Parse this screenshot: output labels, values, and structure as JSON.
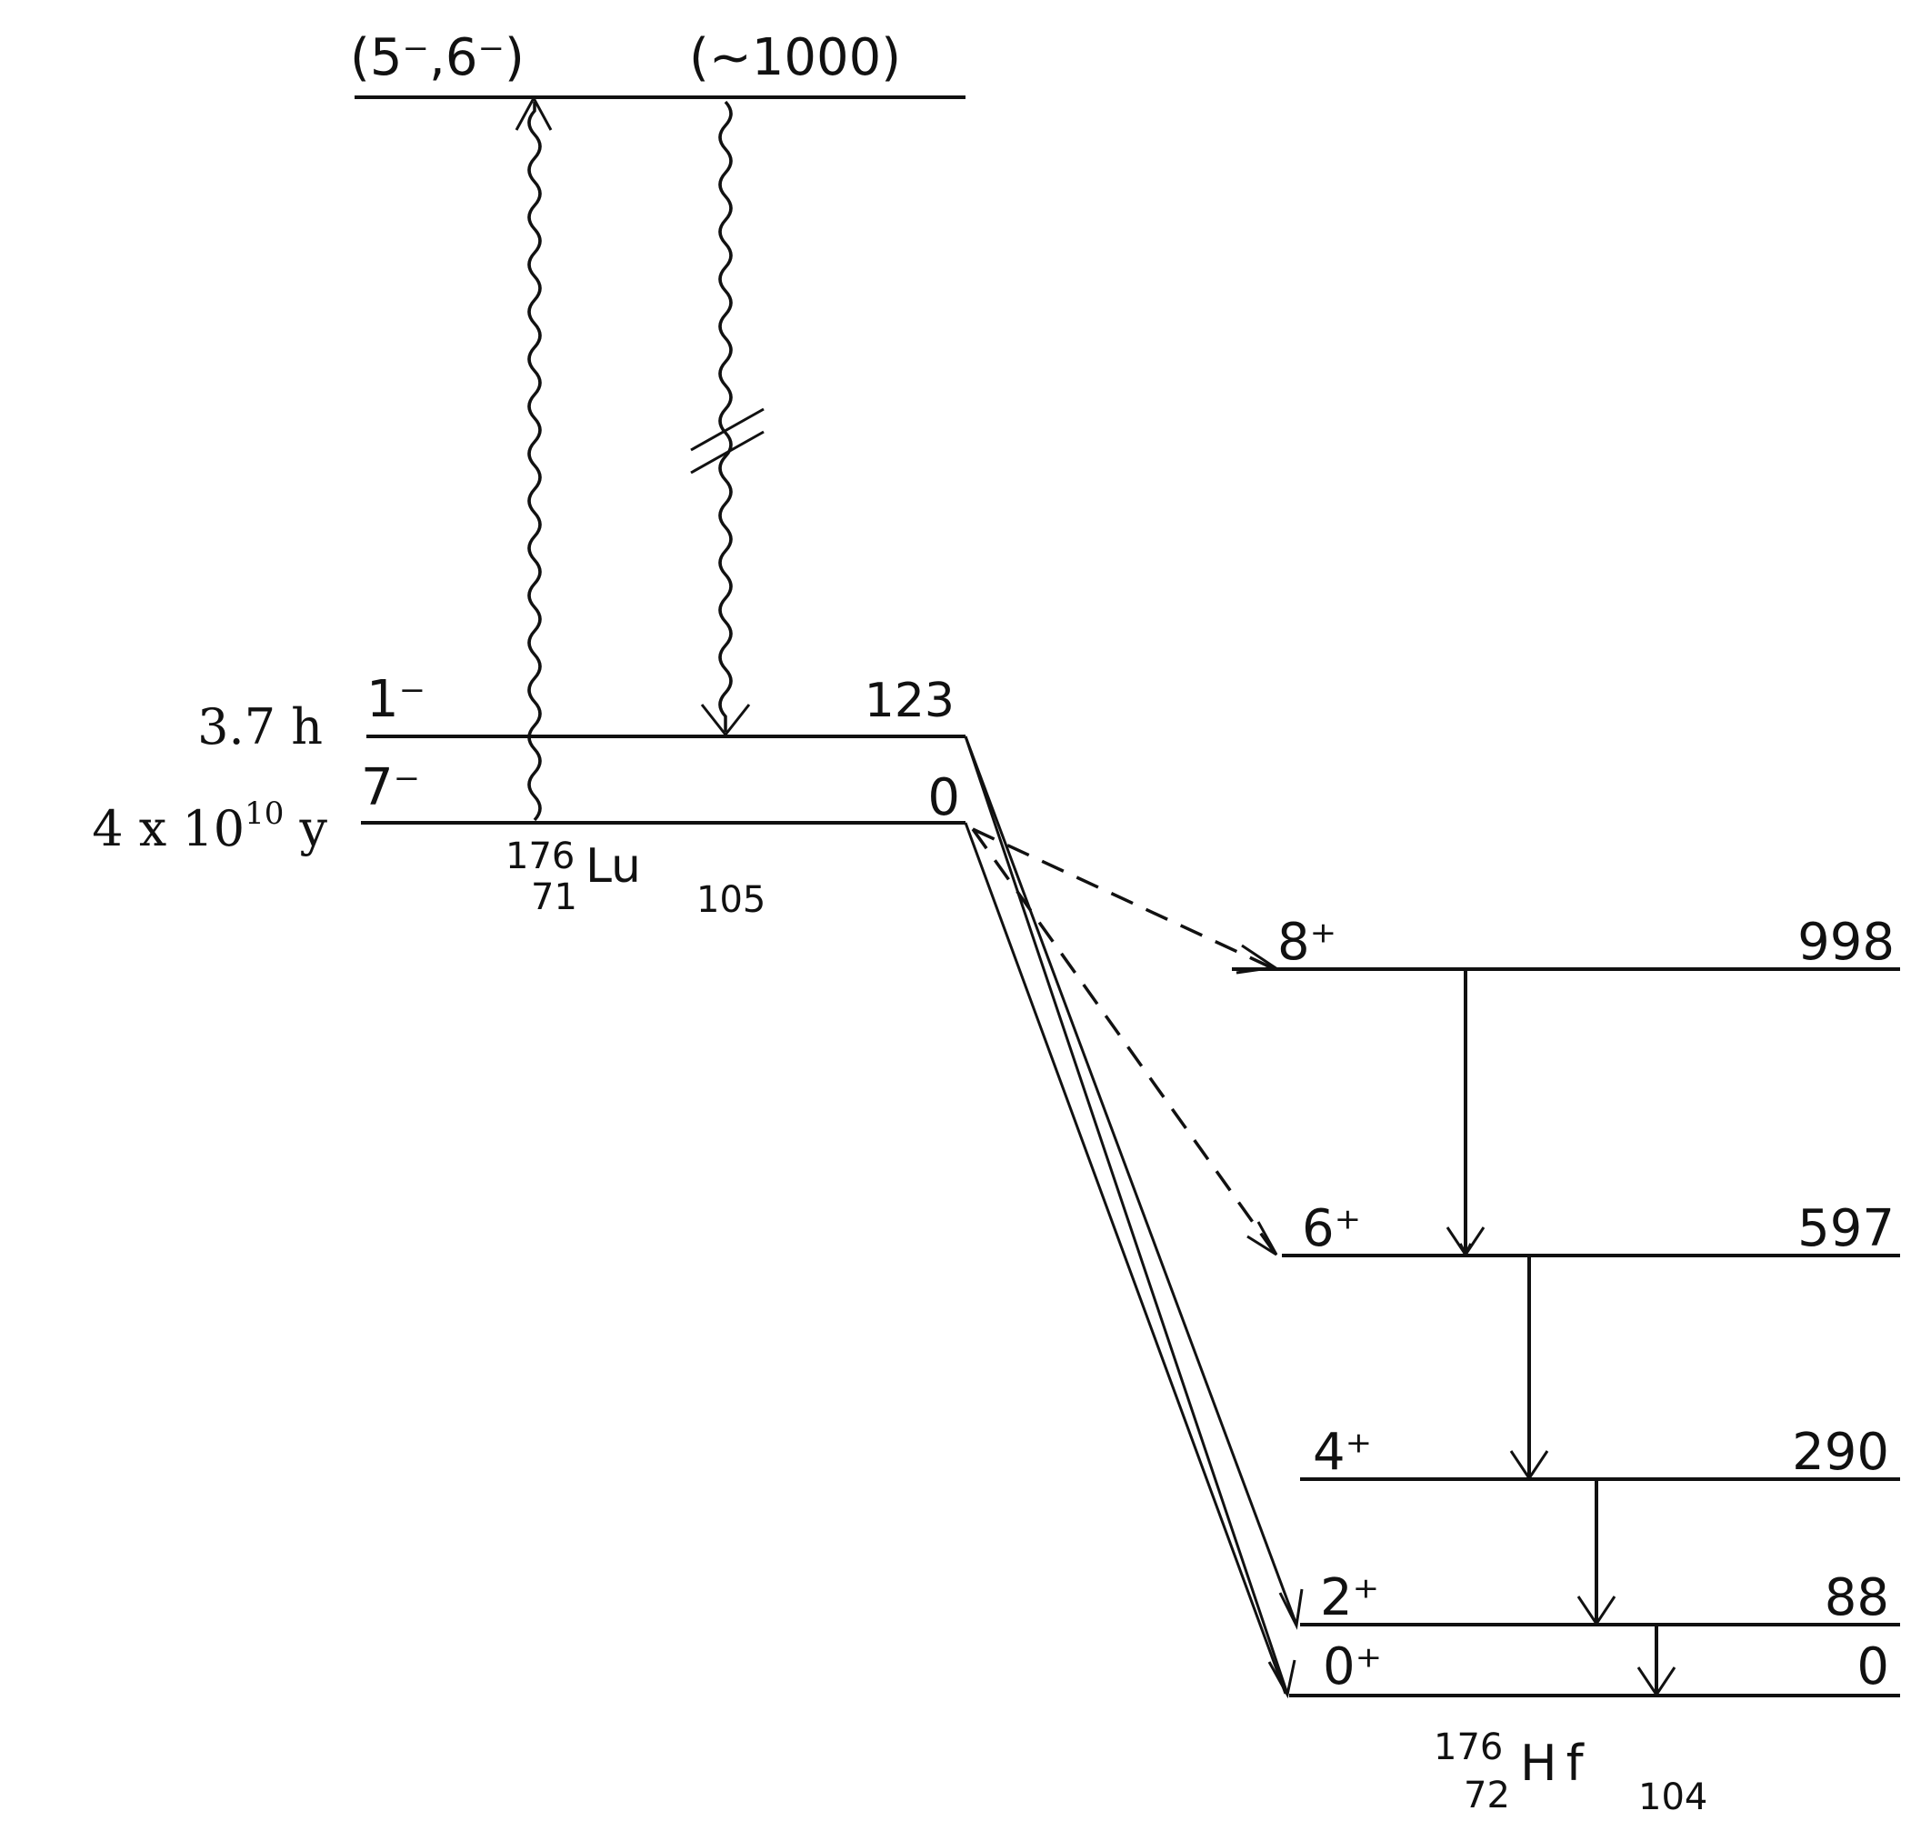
{
  "lu": {
    "high_level": {
      "spin": "(5⁻,6⁻)",
      "energy": "(~1000)"
    },
    "isomer": {
      "spin": "1⁻",
      "energy": "123",
      "half_life": "3.7 h"
    },
    "ground": {
      "spin": "7⁻",
      "energy": "0",
      "half_life_base": "4 x 10",
      "half_life_exp": "10",
      "half_life_unit": " y"
    },
    "nuclide": {
      "mass": "176",
      "z": "71",
      "symbol": "Lu",
      "n": "105"
    }
  },
  "hf": {
    "levels": [
      {
        "spin": "8⁺",
        "energy": "998"
      },
      {
        "spin": "6⁺",
        "energy": "597"
      },
      {
        "spin": "4⁺",
        "energy": "290"
      },
      {
        "spin": "2⁺",
        "energy": "88"
      },
      {
        "spin": "0⁺",
        "energy": "0"
      }
    ],
    "nuclide": {
      "mass": "176",
      "z": "72",
      "symbol": "Hf",
      "n": "104"
    }
  },
  "colors": {
    "ink": "#111111",
    "background": "#ffffff"
  }
}
